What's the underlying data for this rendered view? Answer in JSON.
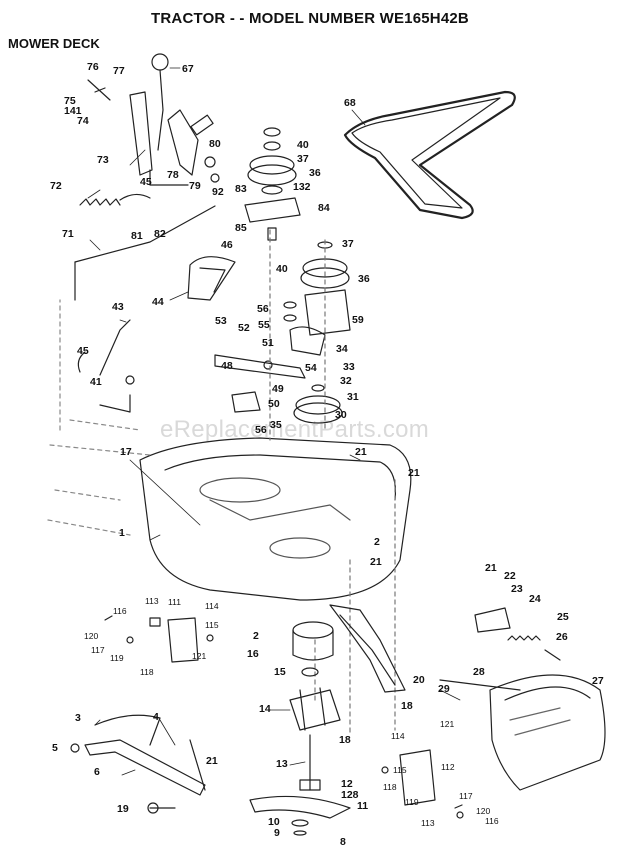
{
  "header": {
    "title": "TRACTOR - - MODEL NUMBER WE165H42B",
    "section": "MOWER DECK"
  },
  "watermark": "eReplacementParts.com",
  "callouts": {
    "c76": "76",
    "c77": "77",
    "c67": "67",
    "c75": "75",
    "c141": "141",
    "c74": "74",
    "c73": "73",
    "c80": "80",
    "c78": "78",
    "c79": "79",
    "c92": "92",
    "c40a": "40",
    "c37a": "37",
    "c36a": "36",
    "c83": "83",
    "c132": "132",
    "c84": "84",
    "c68": "68",
    "c72": "72",
    "c45a": "45",
    "c81": "81",
    "c82": "82",
    "c85": "85",
    "c71": "71",
    "c46": "46",
    "c44": "44",
    "c37b": "37",
    "c40b": "40",
    "c36b": "36",
    "c56a": "56",
    "c59": "59",
    "c43": "43",
    "c53": "53",
    "c52": "52",
    "c55": "55",
    "c51": "51",
    "c34": "34",
    "c54": "54",
    "c45b": "45",
    "c48": "48",
    "c33": "33",
    "c32": "32",
    "c49": "49",
    "c41": "41",
    "c50": "50",
    "c31": "31",
    "c56b": "56",
    "c35": "35",
    "c30": "30",
    "c17": "17",
    "c21a": "21",
    "c21b": "21",
    "c1": "1",
    "c2a": "2",
    "c21c": "21",
    "c21d": "21",
    "c22": "22",
    "c23": "23",
    "c24": "24",
    "c25": "25",
    "c116a": "116",
    "c113a": "113",
    "c111": "111",
    "c114a": "114",
    "c115a": "115",
    "c120a": "120",
    "c2b": "2",
    "c26": "26",
    "c117a": "117",
    "c119a": "119",
    "c121a": "121",
    "c118a": "118",
    "c16": "16",
    "c28": "28",
    "c27": "27",
    "c15": "15",
    "c20": "20",
    "c29": "29",
    "c14": "14",
    "c18a": "18",
    "c121b": "121",
    "c3": "3",
    "c4": "4",
    "c114b": "114",
    "c18b": "18",
    "c5": "5",
    "c6": "6",
    "c21e": "21",
    "c13": "13",
    "c115b": "115",
    "c112": "112",
    "c12": "12",
    "c128": "128",
    "c118b": "118",
    "c19": "19",
    "c119b": "119",
    "c11": "11",
    "c117b": "117",
    "c10": "10",
    "c120b": "120",
    "c9": "9",
    "c113b": "113",
    "c116b": "116",
    "c8": "8"
  }
}
